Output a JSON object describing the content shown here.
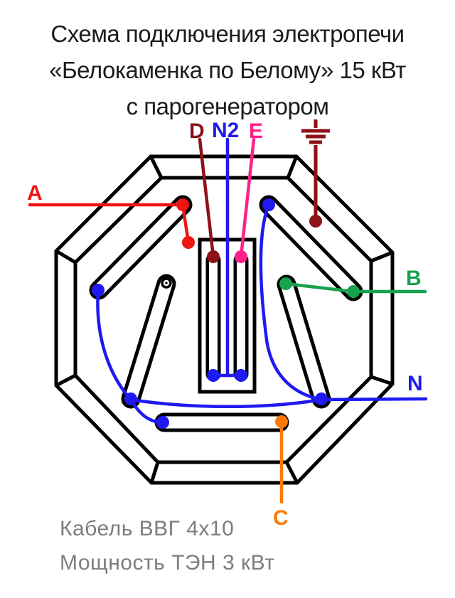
{
  "title": {
    "line1": "Схема подключения электропечи",
    "line2": "«Белокаменка по Белому» 15 кВт",
    "line3": "с парогенератором"
  },
  "labels": {
    "phase_a": "A",
    "phase_b": "B",
    "phase_c": "C",
    "neutral": "N",
    "steam_d": "D",
    "steam_n2": "N2",
    "steam_e": "E"
  },
  "footer": {
    "line1": "Кабель ВВГ 4х10",
    "line2": "Мощность ТЭН 3 кВт"
  },
  "colors": {
    "phase_a": "#ef1515",
    "phase_b": "#17a24d",
    "phase_c": "#fb7a06",
    "neutral_blue": "#1f1af2",
    "steam_d_dark_red": "#8e1117",
    "steam_e_pink": "#ff2188",
    "ground": "#8e1117",
    "structure_black": "#000000",
    "footer_gray": "#7d7d7d"
  },
  "icons": {
    "ground": "earth-ground-symbol"
  }
}
